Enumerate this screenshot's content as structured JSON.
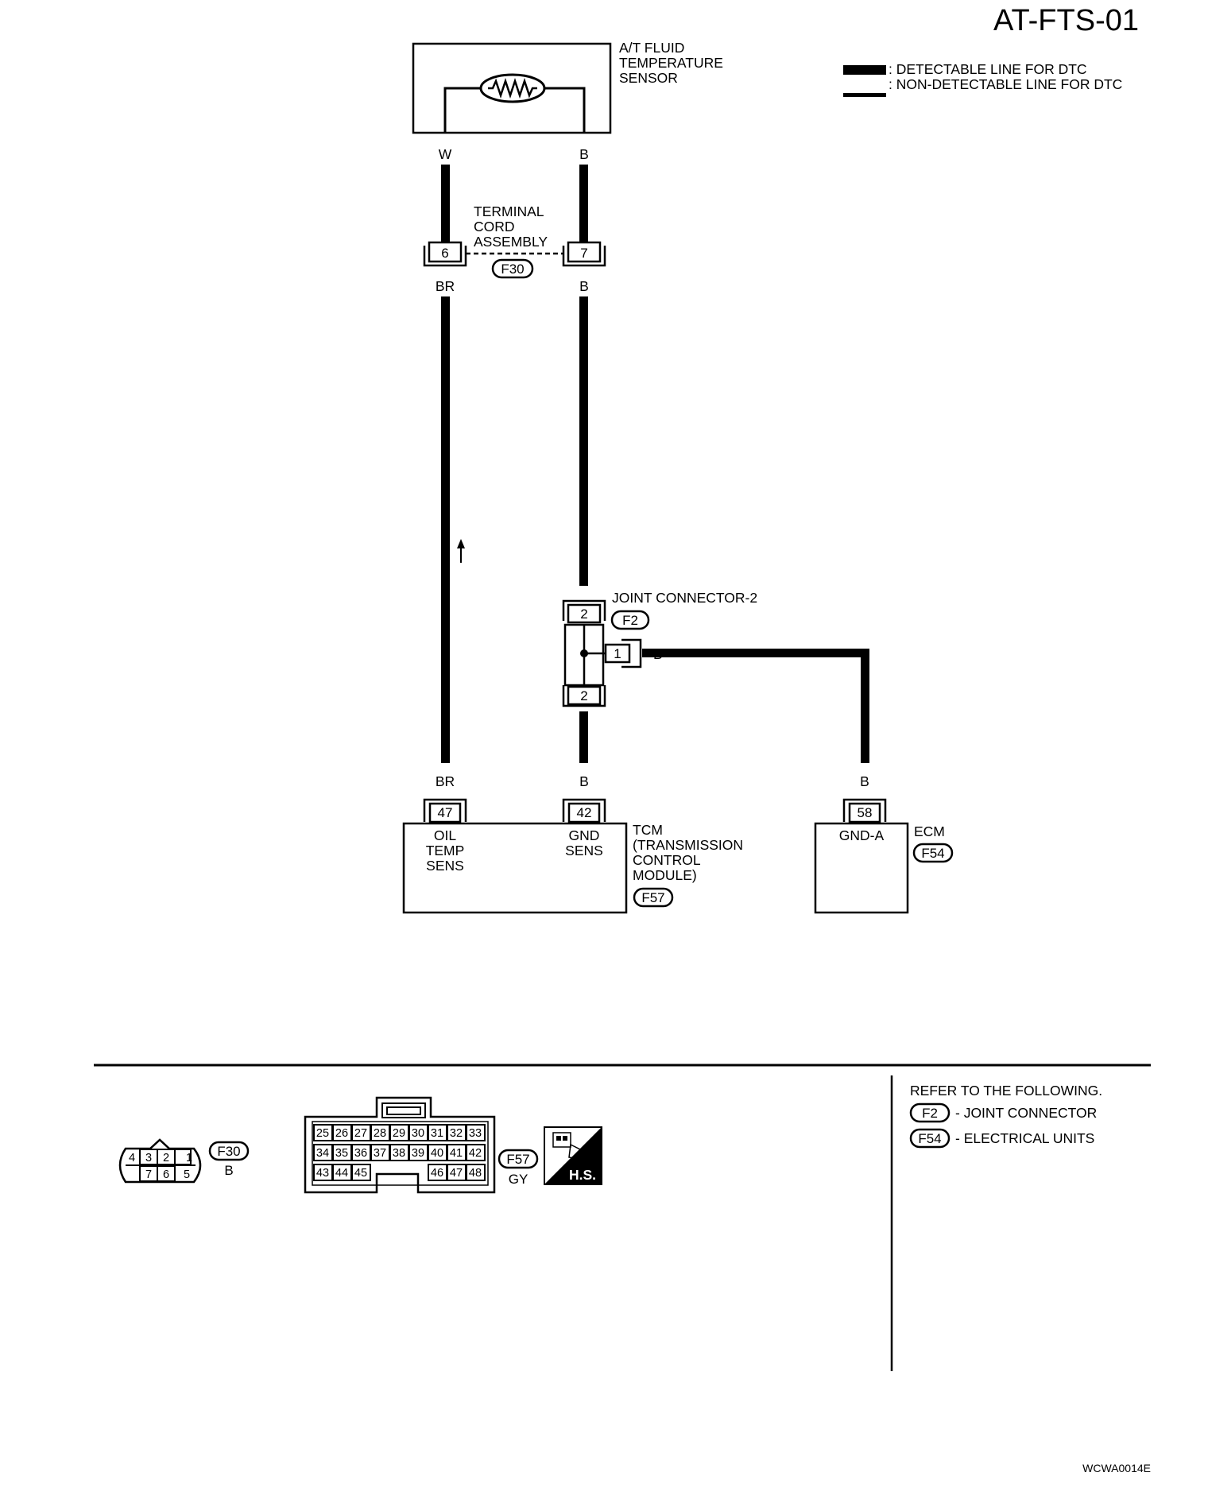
{
  "page_code": "AT-FTS-01",
  "legend": {
    "detectable": ": DETECTABLE LINE FOR DTC",
    "non_detectable": ": NON-DETECTABLE LINE FOR DTC"
  },
  "sensor": {
    "line1": "A/T FLUID",
    "line2": "TEMPERATURE",
    "line3": "SENSOR",
    "wire_left": "W",
    "wire_right": "B"
  },
  "terminal_cord": {
    "line1": "TERMINAL",
    "line2": "CORD",
    "line3": "ASSEMBLY",
    "connector": "F30",
    "pin_left": "6",
    "pin_right": "7",
    "wire_left": "BR",
    "wire_right": "B"
  },
  "joint": {
    "label": "JOINT CONNECTOR-2",
    "connector": "F2",
    "pin_top": "2",
    "pin_side": "1",
    "pin_bottom": "2",
    "wire_top": "B",
    "wire_side": "B"
  },
  "tcm": {
    "pin_a": "47",
    "pin_b": "42",
    "wire_a": "BR",
    "wire_b": "B",
    "term_a_1": "OIL",
    "term_a_2": "TEMP",
    "term_a_3": "SENS",
    "term_b_1": "GND",
    "term_b_2": "SENS",
    "name_1": "TCM",
    "name_2": "(TRANSMISSION",
    "name_3": "CONTROL",
    "name_4": "MODULE)",
    "connector": "F57"
  },
  "ecm": {
    "pin": "58",
    "wire": "B",
    "term": "GND-A",
    "name": "ECM",
    "connector": "F54"
  },
  "connector_views": {
    "f30": {
      "id": "F30",
      "color": "B",
      "top_pins": [
        "4",
        "3",
        "2",
        "1"
      ],
      "bottom_pins": [
        "7",
        "6",
        "5"
      ]
    },
    "f57": {
      "id": "F57",
      "color": "GY",
      "rows": [
        [
          "25",
          "26",
          "27",
          "28",
          "29",
          "30",
          "31",
          "32",
          "33"
        ],
        [
          "34",
          "35",
          "36",
          "37",
          "38",
          "39",
          "40",
          "41",
          "42"
        ],
        [
          "43",
          "44",
          "45",
          "46",
          "47",
          "48"
        ]
      ]
    },
    "hs_label": "H.S."
  },
  "refer": {
    "title": "REFER TO THE FOLLOWING.",
    "item1_code": "F2",
    "item1_text": "- JOINT CONNECTOR",
    "item2_code": "F54",
    "item2_text": "- ELECTRICAL UNITS"
  },
  "figure_code": "WCWA0014E"
}
